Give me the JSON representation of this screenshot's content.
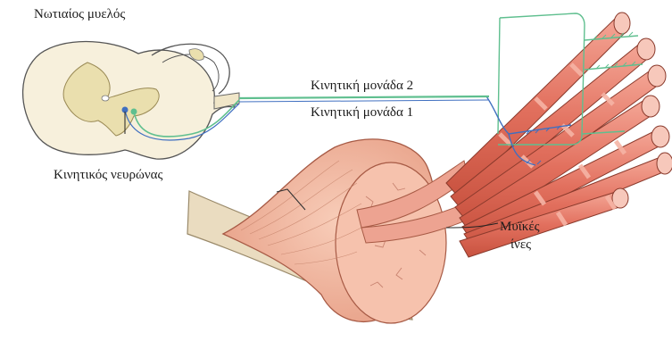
{
  "labels": {
    "spinal_cord": "Νωτιαίος μυελός",
    "motor_unit_2": "Κινητική μονάδα 2",
    "motor_unit_1": "Κινητική μονάδα 1",
    "motor_neuron": "Κινητικός νευρώνας",
    "muscle_fibers_line1": "Μυϊκές",
    "muscle_fibers_line2": "ίνες"
  },
  "colors": {
    "nerve_green": "#5fbf8f",
    "nerve_blue": "#3f6fc0",
    "muscle_red": "#e07a68",
    "muscle_stripe": "#f2a898",
    "muscle_belly": "#f3b9a4",
    "bone": "#eadcc0",
    "cord_white": "#f7f0dc",
    "cord_gray": "#eadfae"
  },
  "icons": [
    "spinal-cord-cross-section",
    "motor-neuron-icon",
    "muscle-illustration",
    "muscle-fiber-bundle"
  ]
}
